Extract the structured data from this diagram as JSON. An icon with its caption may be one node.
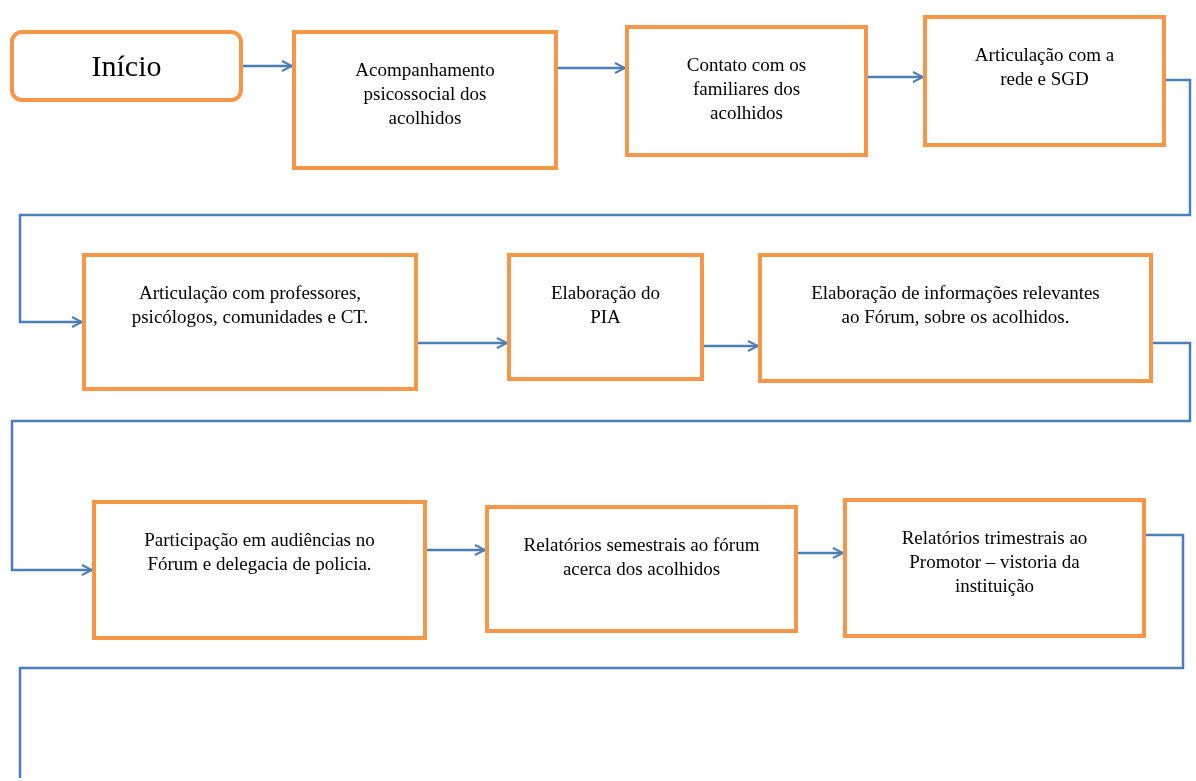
{
  "diagram": {
    "nodes": [
      {
        "text": [
          "Início"
        ]
      },
      {
        "text": [
          "Acompanhamento psicossocial dos acolhidos"
        ]
      },
      {
        "text": [
          "Contato com os familiares dos acolhidos"
        ]
      },
      {
        "text": [
          "Articulação com a rede e SGD"
        ]
      },
      {
        "text": [
          "Articulação com professores, psicólogos, comunidades e CT."
        ]
      },
      {
        "text": [
          "Elaboração do PIA"
        ]
      },
      {
        "text": [
          "Elaboração de informações relevantes ao Fórum, sobre os acolhidos."
        ]
      },
      {
        "text": [
          "Participação em audiências no Fórum e delegacia de policia."
        ]
      },
      {
        "text": [
          "Relatórios semestrais ao fórum acerca dos acolhidos"
        ]
      },
      {
        "text": [
          "Relatórios trimestrais ao Promotor – vistoria da instituição"
        ]
      }
    ],
    "edges": [
      {
        "from": 0,
        "to": 1,
        "arrow": "to"
      },
      {
        "from": 1,
        "to": 2,
        "arrow": "to"
      },
      {
        "from": 2,
        "to": 3,
        "arrow": "to"
      },
      {
        "from": 3,
        "to": 4,
        "arrow": "to"
      },
      {
        "from": 4,
        "to": 5,
        "arrow": "to"
      },
      {
        "from": 5,
        "to": 6,
        "arrow": "to"
      },
      {
        "from": 6,
        "to": 7,
        "arrow": "to"
      },
      {
        "from": 7,
        "to": 8,
        "arrow": "to"
      },
      {
        "from": 8,
        "to": 9,
        "arrow": "to"
      },
      {
        "from": 9,
        "to": null,
        "arrow": "none"
      }
    ]
  }
}
